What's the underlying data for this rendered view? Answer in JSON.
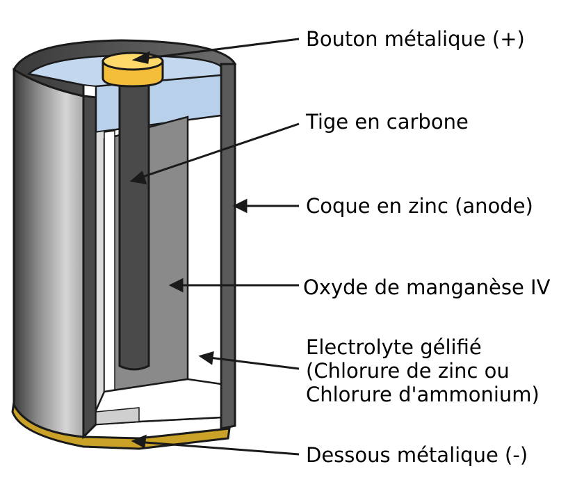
{
  "colors": {
    "zinc_shell_dark": "#3a3a3a",
    "zinc_shell_light": "#cfcfcf",
    "inner_cap": "#bcd3ea",
    "carbon_rod": "#4a4a4a",
    "manganese_oxide": "#8a8a8a",
    "electrolyte": "#ffffff",
    "metal_button": "#f7c948",
    "bottom_plate": "#c9a227",
    "outline": "#1a1a1a"
  },
  "labels": {
    "bouton": "Bouton métalique (+)",
    "tige": "Tige en carbone",
    "coque": "Coque en zinc (anode)",
    "oxyde": "Oxyde de manganèse IV",
    "electrolyte": [
      "Electrolyte gélifié",
      "(Chlorure de zinc ou",
      "Chlorure d'ammonium)"
    ],
    "dessous": "Dessous métalique (-)"
  }
}
